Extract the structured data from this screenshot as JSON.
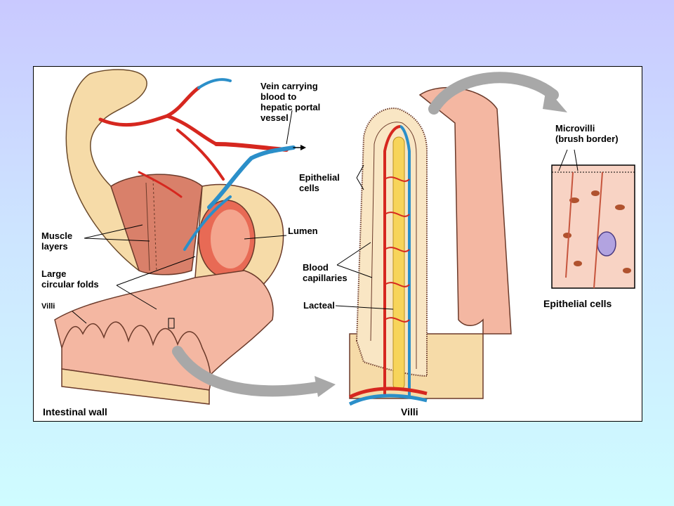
{
  "labels": {
    "vein": "Vein carrying\nblood to\nhepatic portal\nvessel",
    "muscle": "Muscle\nlayers",
    "lumen": "Lumen",
    "folds": "Large\ncircular folds",
    "villi_small": "Villi",
    "epithelial_cells_left": "Epithelial\ncells",
    "blood_capillaries": "Blood\ncapillaries",
    "lacteal": "Lacteal",
    "microvilli": "Microvilli\n(brush border)"
  },
  "captions": {
    "intestinal_wall": "Intestinal wall",
    "villi": "Villi",
    "epithelial_cells": "Epithelial cells"
  },
  "colors": {
    "background_top": "#c9c9ff",
    "background_bottom": "#cffcff",
    "tissue_pink": "#f4b7a2",
    "tissue_tan": "#f6dba8",
    "artery_red": "#d6271f",
    "vein_blue": "#2b8fc9",
    "lacteal_yellow": "#f7d45a",
    "arrow_gray": "#a8a8a8"
  }
}
